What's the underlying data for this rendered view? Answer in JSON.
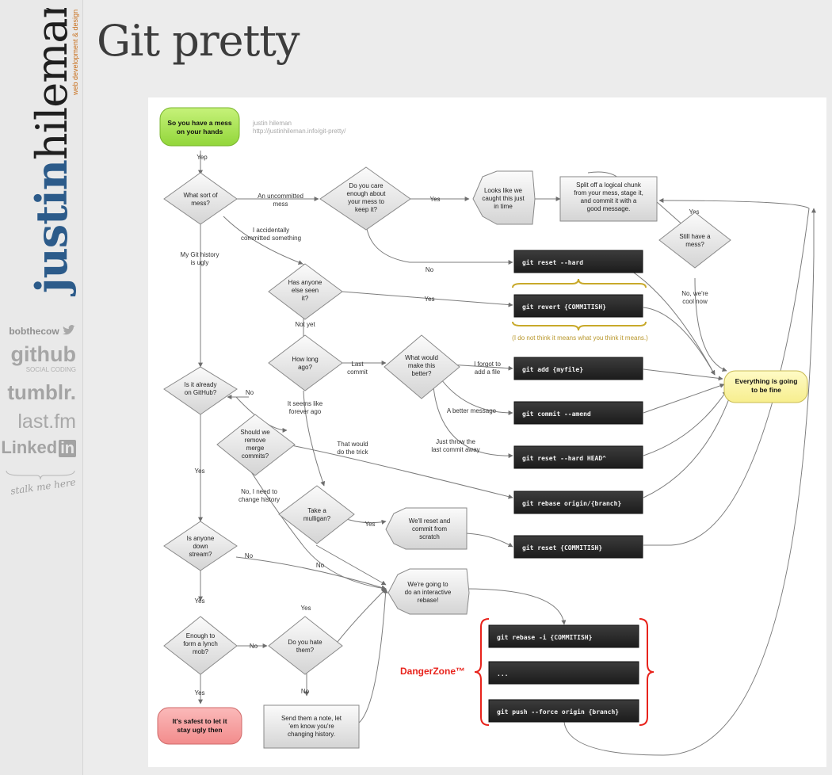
{
  "sidebar": {
    "brand_first": "justin",
    "brand_second": "hileman",
    "brand_tagline": "web development & design",
    "links": {
      "twitter": "bobthecow",
      "github": "github",
      "github_sub": "SOCIAL CODING",
      "tumblr": "tumblr.",
      "lastfm": "last.fm",
      "linkedin": "Linked",
      "linkedin_box": "in",
      "stalk": "stalk me here"
    }
  },
  "page": {
    "title": "Git pretty"
  },
  "diagram": {
    "credit_name": "justin hileman",
    "credit_url": "http://justinhileman.info/git-pretty/",
    "nodes": {
      "start": [
        "So you have a mess",
        "on your hands"
      ],
      "what_sort": [
        "What sort of",
        "mess?"
      ],
      "care": [
        "Do you care",
        "enough about",
        "your mess to",
        "keep it?"
      ],
      "caught": [
        "Looks like we",
        "caught this just",
        "in time"
      ],
      "split": [
        "Split off a logical chunk",
        "from your mess, stage it,",
        "and commit it with a",
        "good message."
      ],
      "still_mess": [
        "Still have a",
        "mess?"
      ],
      "has_anyone": [
        "Has anyone",
        "else seen",
        "it?"
      ],
      "how_long": [
        "How long",
        "ago?"
      ],
      "what_better": [
        "What would",
        "make this",
        "better?"
      ],
      "on_github": [
        "Is it already",
        "on GitHub?"
      ],
      "remove_merge": [
        "Should we",
        "remove",
        "merge",
        "commits?"
      ],
      "mulligan": [
        "Take a",
        "mulligan?"
      ],
      "reset_commit": [
        "We'll reset and",
        "commit from",
        "scratch"
      ],
      "anyone_down": [
        "Is anyone",
        "down",
        "stream?"
      ],
      "interactive": [
        "We're going to",
        "do an interactive",
        "rebase!"
      ],
      "lynch": [
        "Enough to",
        "form a lynch",
        "mob?"
      ],
      "hate": [
        "Do you hate",
        "them?"
      ],
      "safest": [
        "It's safest to let it",
        "stay ugly then"
      ],
      "note": [
        "Send them a note, let",
        "'em know you're",
        "changing history."
      ],
      "fine": [
        "Everything is going",
        "to be fine"
      ]
    },
    "commands": {
      "reset_hard": "git reset --hard",
      "revert": "git revert {COMMITISH}",
      "add": "git add {myfile}",
      "amend": "git commit --amend",
      "reset_head": "git reset --hard HEAD^",
      "rebase_origin": "git rebase origin/{branch}",
      "reset_commitish": "git reset {COMMITISH}",
      "rebase_i": "git rebase -i {COMMITISH}",
      "dots": "...",
      "push_force": "git push --force origin {branch}"
    },
    "labels": {
      "yep": "Yep",
      "uncommitted": [
        "An uncommitted",
        "mess"
      ],
      "yes_care": "Yes",
      "accidentally": [
        "I accidentally",
        "committed something"
      ],
      "ugly": [
        "My Git history",
        "is ugly"
      ],
      "no_care": "No",
      "yes_seen": "Yes",
      "not_yet": "Not yet",
      "last_commit": [
        "Last",
        "commit"
      ],
      "forgot": [
        "I forgot to",
        "add a file"
      ],
      "better_msg": "A better message",
      "throw": [
        "Just throw the",
        "last commit away"
      ],
      "seems": [
        "It seems like",
        "forever ago"
      ],
      "no_github": "No",
      "trick": [
        "That would",
        "do the trick"
      ],
      "yes_github": "Yes",
      "need_change": [
        "No, I need to",
        "change history"
      ],
      "yes_mulligan": "Yes",
      "no_mulligan": "No",
      "no_down": "No",
      "yes_down": "Yes",
      "yes_hate": "Yes",
      "no_lynch": "No",
      "yes_lynch": "Yes",
      "no_hate": "No",
      "yes_still": "Yes",
      "cool": [
        "No, we're",
        "cool now"
      ],
      "princess": "(I do not think it means what you think it means.)",
      "danger": "DangerZone™"
    },
    "colors": {
      "start_fill": "#a8e34e",
      "safest_fill": "#f5a0a0",
      "fine_fill": "#fff7a3",
      "command_fill": "#2b2b2b",
      "danger": "#e8231c",
      "bracket_gold": "#c8a92a"
    }
  }
}
